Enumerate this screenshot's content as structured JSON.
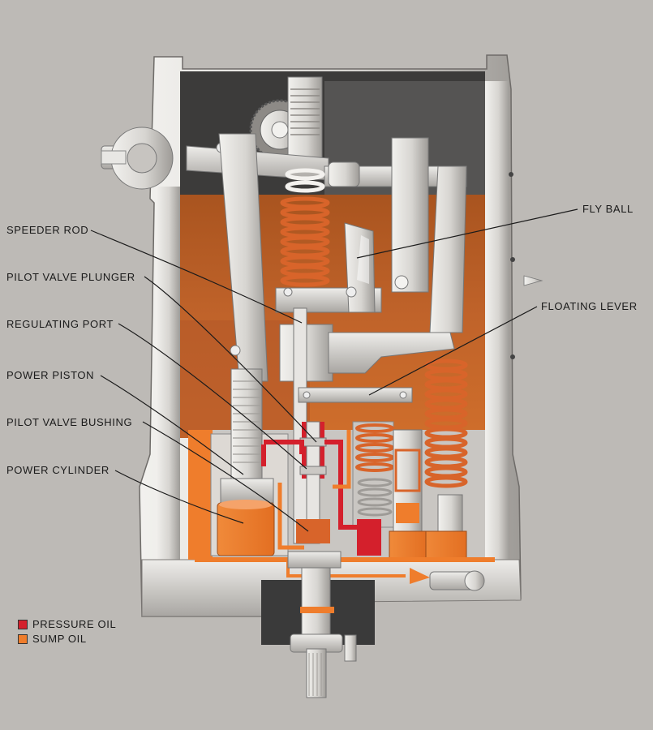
{
  "labels": {
    "speeder_rod": "SPEEDER ROD",
    "pilot_valve_plunger": "PILOT VALVE PLUNGER",
    "regulating_port": "REGULATING PORT",
    "power_piston": "POWER PISTON",
    "pilot_valve_bushing": "PILOT VALVE BUSHING",
    "power_cylinder": "POWER CYLINDER",
    "fly_ball": "FLY BALL",
    "floating_lever": "FLOATING LEVER"
  },
  "legend": [
    {
      "label": "PRESSURE OIL",
      "color": "#d4202c"
    },
    {
      "label": "SUMP OIL",
      "color": "#ef7d2c"
    }
  ],
  "colors": {
    "background": "#bdbab6",
    "metal": "#d8d6d2",
    "metal_shadow": "#8f8c88",
    "dark_interior": "#3a3a3a",
    "sump_oil": "#ef7d2c",
    "sump_oil_dark": "#b65a22",
    "pressure_oil": "#d4202c"
  }
}
